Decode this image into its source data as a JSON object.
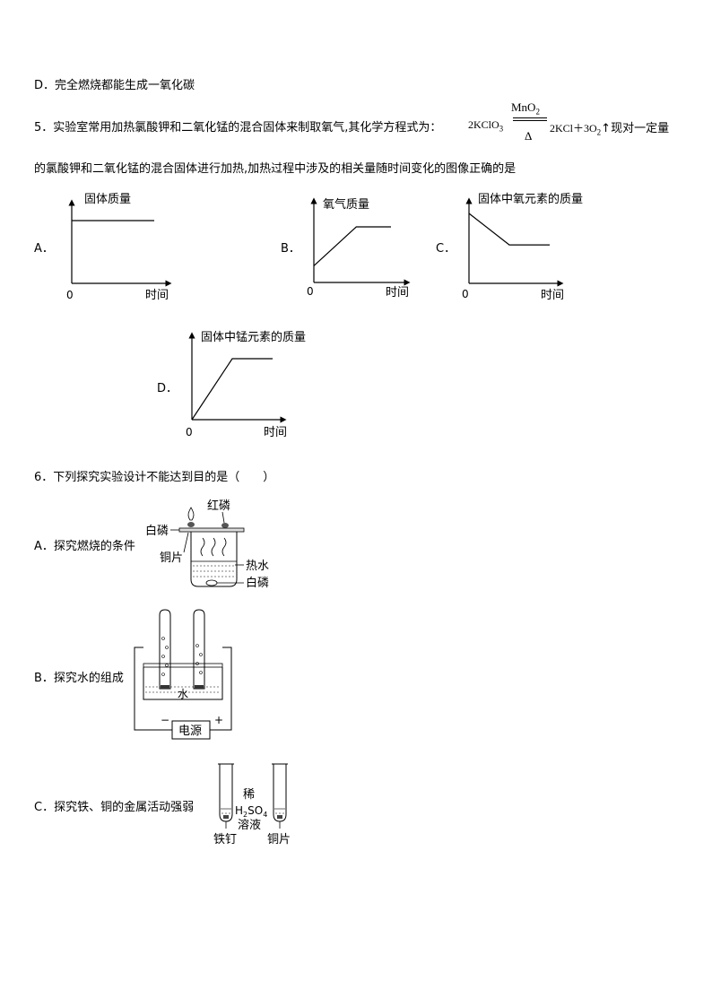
{
  "q4": {
    "option_d": "D．完全燃烧都能生成一氧化碳"
  },
  "q5": {
    "stem_a": "5．实验室常用加热氯酸钾和二氧化锰的混合固体来制取氧气,其化学方程式为：",
    "eq_left": "2KClO",
    "eq_left_sub": "3",
    "catalyst": "MnO",
    "catalyst_sub": "2",
    "heat": "Δ",
    "eq_right_a": "2KCl＋3O",
    "eq_right_sub": "2",
    "eq_right_b": "↑现对一定量",
    "stem_b": "的氯酸钾和二氧化锰的混合固体进行加热,加热过程中涉及的相关量随时间变化的图像正确的是",
    "charts": [
      {
        "label": "A．",
        "ylabel": "固体质量",
        "xlabel": "时间",
        "origin": "0"
      },
      {
        "label": "B．",
        "ylabel": "氧气质量",
        "xlabel": "时间",
        "origin": "0"
      },
      {
        "label": "C．",
        "ylabel": "固体中氧元素的质量",
        "xlabel": "时间",
        "origin": "0"
      },
      {
        "label": "D．",
        "ylabel": "固体中锰元素的质量",
        "xlabel": "时间",
        "origin": "0"
      }
    ]
  },
  "chart_data": [
    {
      "type": "line",
      "ylabel": "固体质量",
      "xlabel": "时间",
      "series": [
        {
          "values": [
            [
              0,
              1
            ],
            [
              1,
              1
            ]
          ]
        }
      ]
    },
    {
      "type": "line",
      "ylabel": "氧气质量",
      "xlabel": "时间",
      "series": [
        {
          "values": [
            [
              0,
              0.3
            ],
            [
              0.55,
              1
            ],
            [
              1,
              1
            ]
          ]
        }
      ]
    },
    {
      "type": "line",
      "ylabel": "固体中氧元素的质量",
      "xlabel": "时间",
      "series": [
        {
          "values": [
            [
              0,
              1
            ],
            [
              0.5,
              0.55
            ],
            [
              1,
              0.55
            ]
          ]
        }
      ]
    },
    {
      "type": "line",
      "ylabel": "固体中锰元素的质量",
      "xlabel": "时间",
      "series": [
        {
          "values": [
            [
              0,
              0
            ],
            [
              0.5,
              1
            ],
            [
              1,
              1
            ]
          ]
        }
      ]
    }
  ],
  "q6": {
    "stem": "6．下列探究实验设计不能达到目的是（　　）",
    "a": {
      "label": "A．探究燃烧的条件",
      "red_p": "红磷",
      "white_p_top": "白磷",
      "copper": "铜片",
      "hot_water": "热水",
      "white_p_bottom": "白磷"
    },
    "b": {
      "label": "B．探究水的组成",
      "water": "水",
      "power": "电源",
      "minus": "−",
      "plus": "+"
    },
    "c": {
      "label": "C．探究铁、铜的金属活动强弱",
      "dilute": "稀",
      "acid_h": "H",
      "acid_h_sub": "2",
      "acid_so": "SO",
      "acid_so_sub": "4",
      "solution": "溶液",
      "nail": "铁钉",
      "copper": "铜片"
    }
  }
}
